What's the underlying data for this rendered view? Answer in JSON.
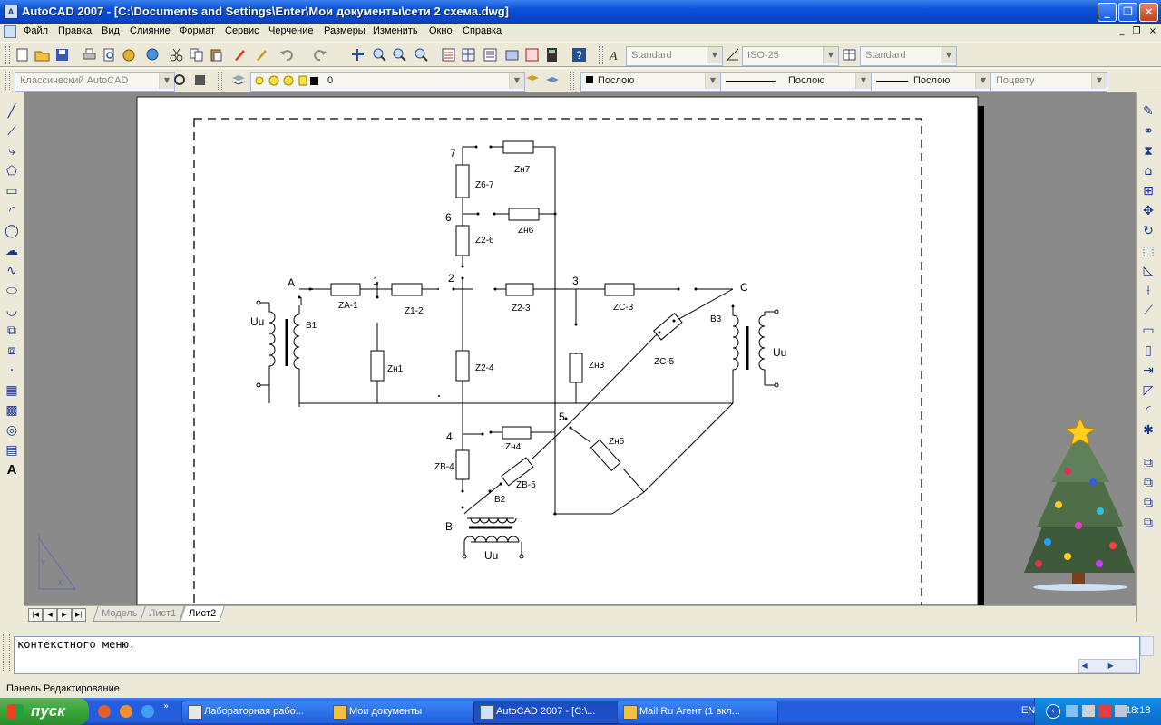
{
  "window": {
    "title": "AutoCAD 2007 - [C:\\Documents and Settings\\Enter\\Мои документы\\сети 2 схема.dwg]",
    "app_icon": "autocad-icon",
    "caption_min": "_",
    "caption_max": "❐",
    "caption_close": "✕"
  },
  "menubar": {
    "items": [
      "Файл",
      "Правка",
      "Вид",
      "Слияние",
      "Формат",
      "Сервис",
      "Черчение",
      "Размеры",
      "Изменить",
      "Окно",
      "Справка"
    ],
    "mdi_min": "_",
    "mdi_restore": "❐",
    "mdi_close": "×"
  },
  "toolbar1": {
    "text_style": "Standard",
    "dim_style": "ISO-25",
    "table_style": "Standard"
  },
  "toolbar2": {
    "workspace": "Классический AutoCAD",
    "layer": "0",
    "color": "Послою",
    "linetype": "Послою",
    "lineweight": "Послою",
    "plotstyle": "Поцвету"
  },
  "tabs": {
    "model": "Модель",
    "sheet1": "Лист1",
    "sheet2": "Лист2"
  },
  "command_line": {
    "text": "контекстного меню."
  },
  "status_text": "Панель Редактирование",
  "taskbar": {
    "start": "пуск",
    "buttons": [
      "Лабораторная рабо...",
      "Мои документы",
      "AutoCAD 2007 - [C:\\...",
      "Mail.Ru Агент (1 вкл..."
    ],
    "lang": "EN",
    "clock": "18:18"
  },
  "drawing": {
    "labels": {
      "A": "A",
      "B": "B",
      "C": "C",
      "n1": "1",
      "n2": "2",
      "n3": "3",
      "n4": "4",
      "n5": "5",
      "n6": "6",
      "n7": "7",
      "za1": "ZA-1",
      "z12": "Z1-2",
      "z23": "Z2-3",
      "zc3": "ZC-3",
      "zn1": "Zн1",
      "z24": "Z2-4",
      "zn3": "Zн3",
      "zc5": "ZC-5",
      "z67": "Z6-7",
      "zn7": "Zн7",
      "z26": "Z2-6",
      "zn6": "Zн6",
      "zn4": "Zн4",
      "zb4": "ZB-4",
      "zb5": "ZB-5",
      "zn5": "Zн5",
      "b1": "B1",
      "b2": "B2",
      "b3": "B3",
      "uu_left": "Uu",
      "uu_right": "Uu",
      "uu_bottom": "Uu"
    }
  },
  "colors": {
    "titlebar": "#0a50d8",
    "model_space_bg": "#8a8a8a",
    "paper": "#ffffff",
    "taskbar": "#245edc",
    "start_button": "#37a637"
  }
}
